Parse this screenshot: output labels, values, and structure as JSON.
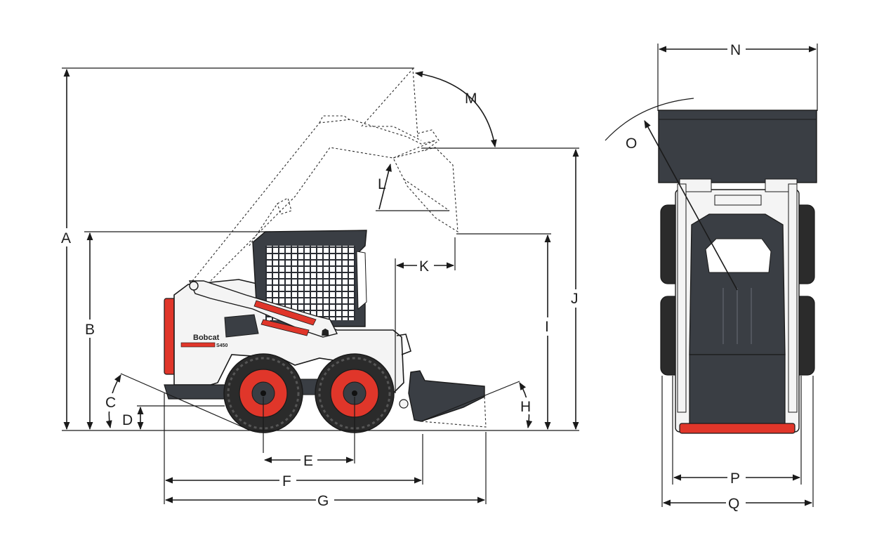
{
  "labels": {
    "A": "A",
    "B": "B",
    "C": "C",
    "D": "D",
    "E": "E",
    "F": "F",
    "G": "G",
    "H": "H",
    "I": "I",
    "J": "J",
    "K": "K",
    "L": "L",
    "M": "M",
    "N": "N",
    "O": "O",
    "P": "P",
    "Q": "Q"
  },
  "machine": {
    "brand": "Bobcat",
    "model": "S450"
  },
  "colors": {
    "line": "#1a1a1a",
    "body_white": "#f4f4f4",
    "dark_panel": "#3a3e44",
    "accent_red": "#e0362a",
    "tire": "#2b2b2b"
  }
}
